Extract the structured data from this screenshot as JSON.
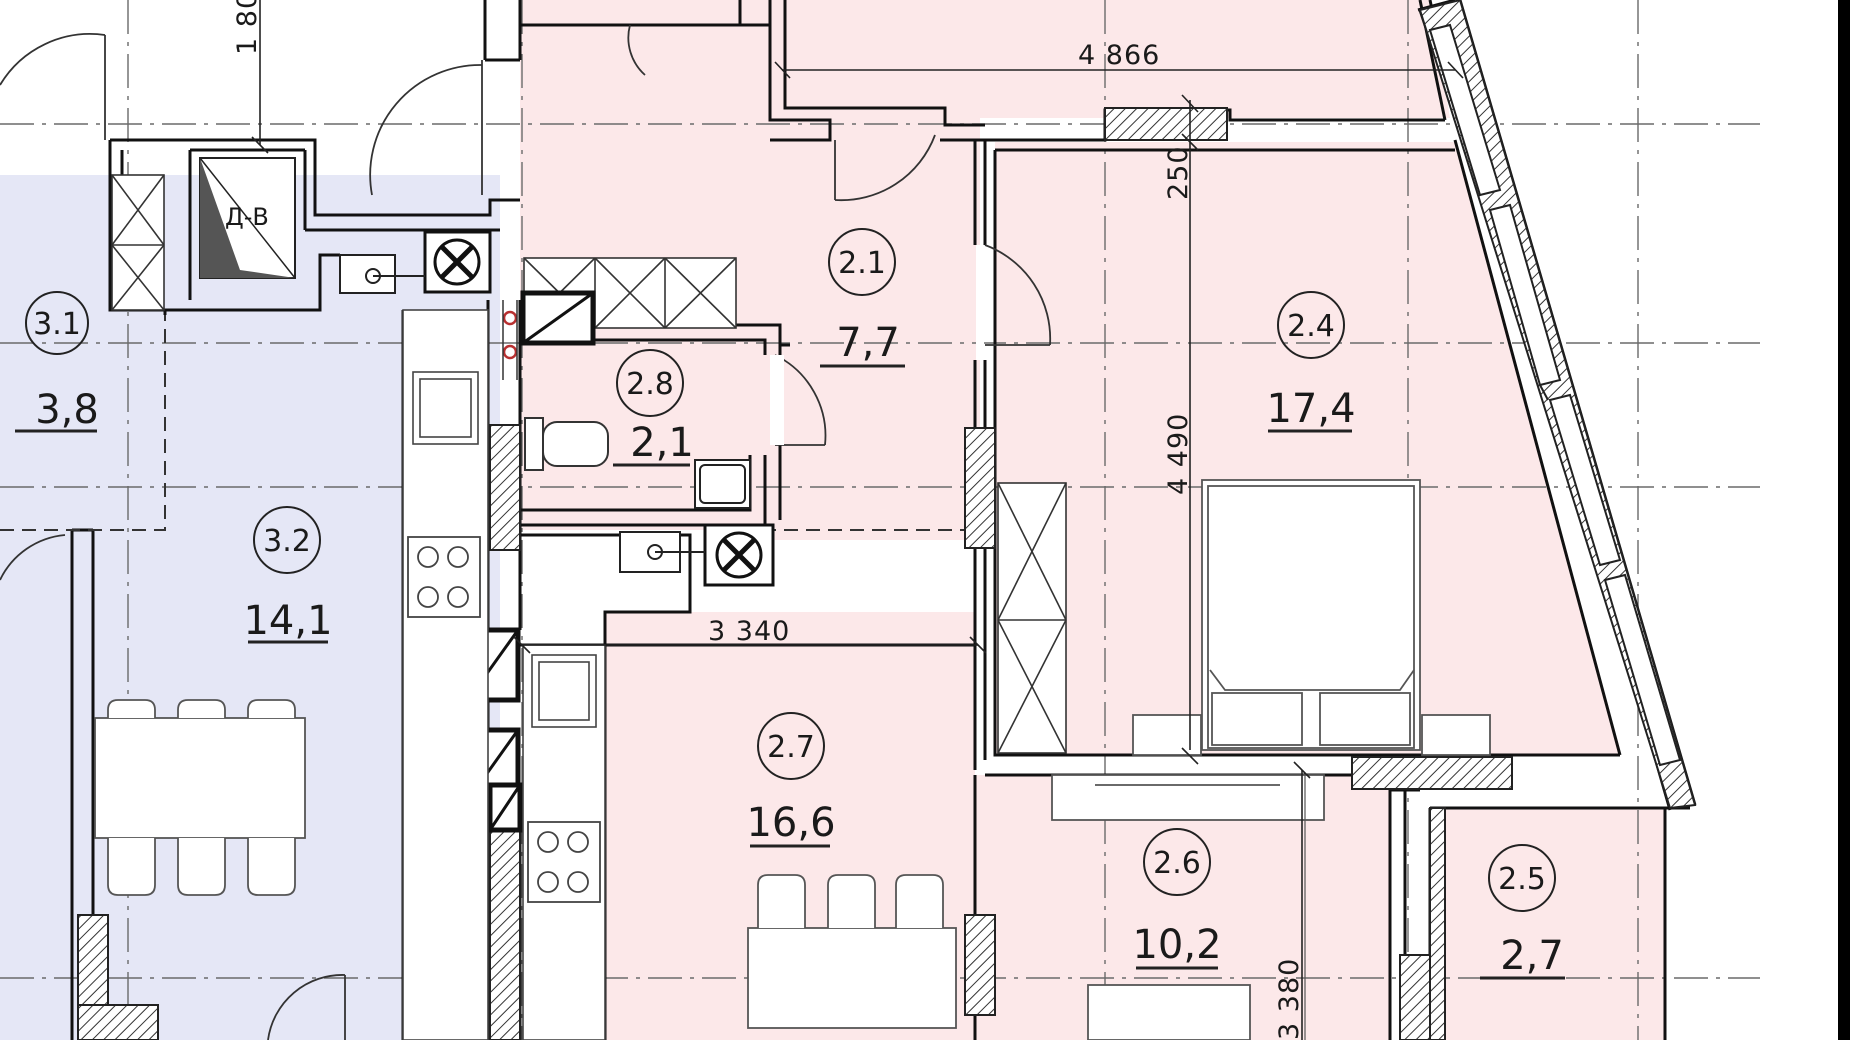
{
  "colors": {
    "pink": "#fce8e9",
    "blue": "#e5e7f6",
    "wall": "#111111",
    "line": "#222222",
    "axis": "#6a6a6a"
  },
  "rooms": [
    {
      "id": "3.1",
      "area": "3,8"
    },
    {
      "id": "3.2",
      "area": "14,1"
    },
    {
      "id": "2.1",
      "area": "7,7"
    },
    {
      "id": "2.8",
      "area": "2,1"
    },
    {
      "id": "2.4",
      "area": "17,4"
    },
    {
      "id": "2.7",
      "area": "16,6"
    },
    {
      "id": "2.6",
      "area": "10,2"
    },
    {
      "id": "2.5",
      "area": "2,7"
    }
  ],
  "dimensions": {
    "top_width": "4 866",
    "wall_250": "250",
    "bedroom_depth": "4 490",
    "kitchen_width": "3 340",
    "left_top": "1 80",
    "bottom_right": "3 380"
  },
  "labels": {
    "duct": "Д-В"
  },
  "icons": [
    "ventilation-fan-icon",
    "stove-icon",
    "sink-icon",
    "toilet-icon",
    "double-bed-icon",
    "dining-table-icon",
    "wardrobe-icon"
  ]
}
